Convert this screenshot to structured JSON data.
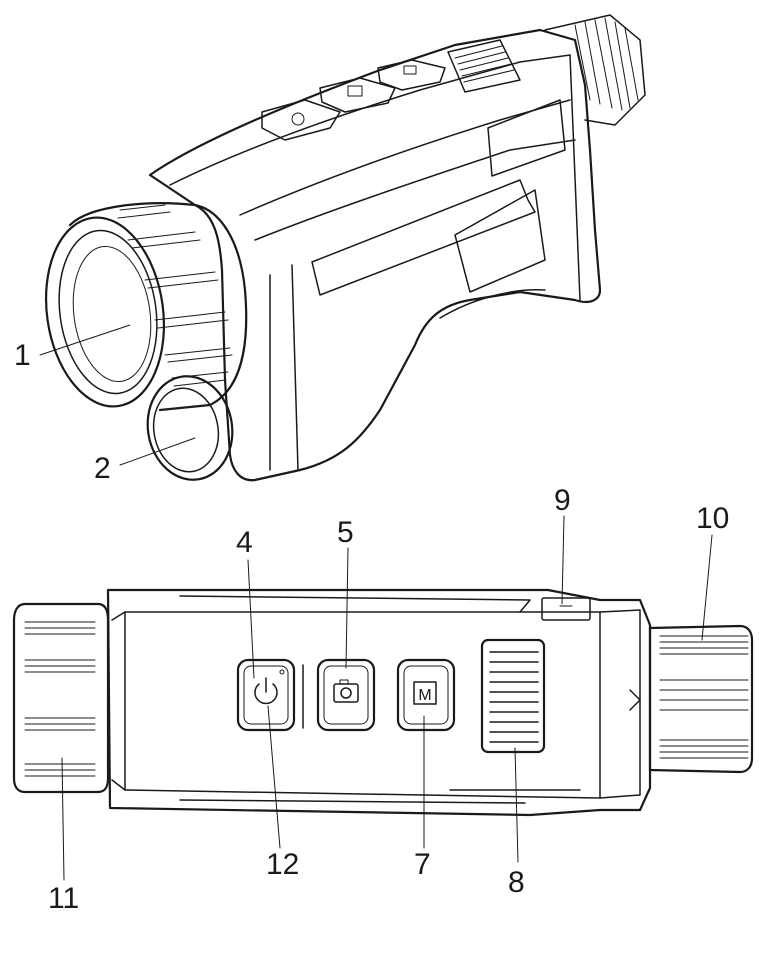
{
  "figure": {
    "description_labels": {
      "l1": "1",
      "l2": "2",
      "l4": "4",
      "l5": "5",
      "l7": "7",
      "l8": "8",
      "l9": "9",
      "l10": "10",
      "l11": "11",
      "l12": "12"
    },
    "button_glyphs": {
      "mode_button": "M"
    }
  }
}
